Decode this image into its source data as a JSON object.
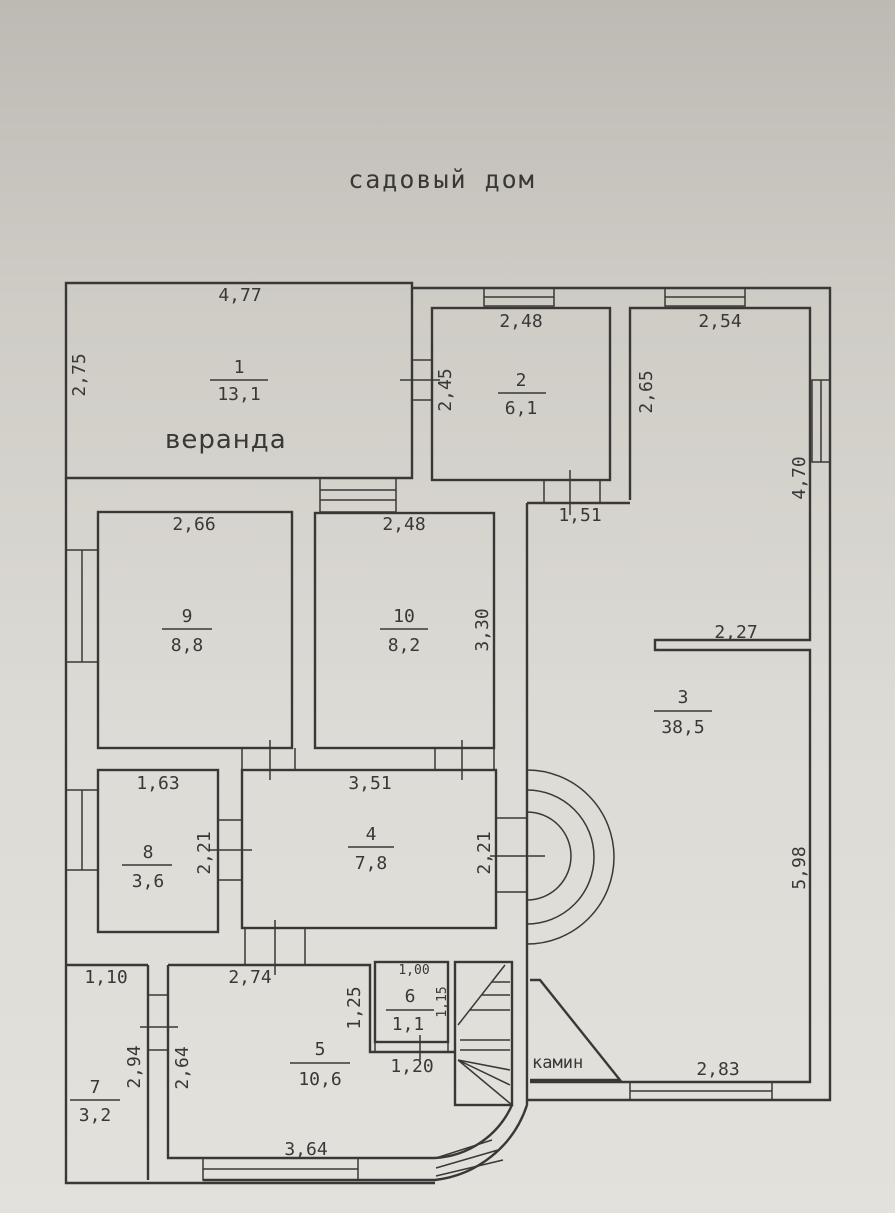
{
  "title": "садовый дом",
  "rooms": [
    {
      "number": "1",
      "area": "13,1",
      "name": "веранда"
    },
    {
      "number": "2",
      "area": "6,1"
    },
    {
      "number": "3",
      "area": "38,5"
    },
    {
      "number": "4",
      "area": "7,8"
    },
    {
      "number": "5",
      "area": "10,6"
    },
    {
      "number": "6",
      "area": "1,1"
    },
    {
      "number": "7",
      "area": "3,2"
    },
    {
      "number": "8",
      "area": "3,6"
    },
    {
      "number": "9",
      "area": "8,8"
    },
    {
      "number": "10",
      "area": "8,2"
    }
  ],
  "dims": {
    "r1_w": "4,77",
    "r1_h": "2,75",
    "r2_w": "2,48",
    "r2_h": "2,45",
    "r2_b": "1,51",
    "r3_w": "2,54",
    "r3_l": "2,65",
    "r3_r1": "4,70",
    "r3_mid": "2,27",
    "r3_r2": "5,98",
    "r3_b": "2,83",
    "r9_w": "2,66",
    "r10_w": "2,48",
    "r10_h": "3,30",
    "r8_w": "1,63",
    "r8_h": "2,21",
    "r4_w": "3,51",
    "r4_h": "2,21",
    "r7_w": "1,10",
    "r7_h": "2,94",
    "r5_w": "2,74",
    "r5_h": "2,64",
    "r5_b": "3,64",
    "r5_r": "1,25",
    "r6_w": "1,00",
    "r6_h": "1,15",
    "r6_b": "1,20"
  },
  "fireplace": "камин"
}
